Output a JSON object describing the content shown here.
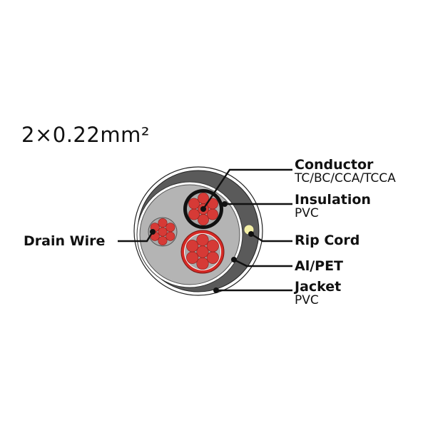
{
  "title": "2×0.22mm²",
  "labels": {
    "conductor": {
      "name": "Conductor",
      "material": "TC/BC/CCA/TCCA"
    },
    "insulation": {
      "name": "Insulation",
      "material": "PVC"
    },
    "rip_cord": {
      "name": "Rip Cord"
    },
    "al_pet": {
      "name": "Al/PET"
    },
    "jacket": {
      "name": "Jacket",
      "material": "PVC"
    },
    "drain_wire": {
      "name": "Drain Wire"
    }
  },
  "colors": {
    "jacket": "#5a5a5a",
    "filler": "#b4b4b4",
    "strand": "#d63a36",
    "rip_cord": "#f3efa6",
    "insulation_black": "#111111",
    "insulation_red": "#d42a25"
  }
}
